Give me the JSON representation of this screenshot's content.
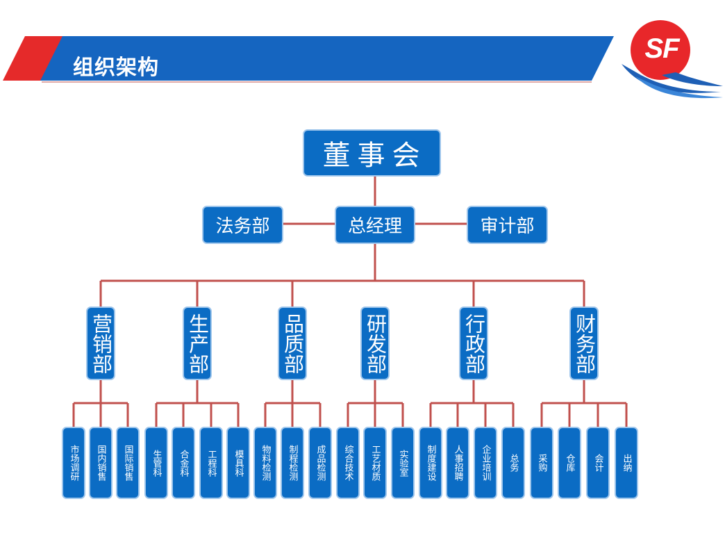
{
  "header": {
    "title": "组织架构",
    "bar_color": "#1565c0",
    "accent_color": "#e52a2a"
  },
  "logo": {
    "text": "SF",
    "circle_color": "#e8272a",
    "wave_color": "#1e5fb5"
  },
  "colors": {
    "box": "#0b6cc4",
    "border": "#9fc6ec",
    "connector": "#c0504d"
  },
  "org": {
    "board": "董事会",
    "legal": "法务部",
    "gm": "总经理",
    "audit": "审计部",
    "departments": [
      {
        "name": "营销部",
        "units": [
          "市场调研",
          "国内销售",
          "国际销售"
        ]
      },
      {
        "name": "生产部",
        "units": [
          "生管科",
          "合金科",
          "工程科",
          "模具科"
        ]
      },
      {
        "name": "品质部",
        "units": [
          "物料检测",
          "制程检测",
          "成品检测"
        ]
      },
      {
        "name": "研发部",
        "units": [
          "综合技术",
          "工艺材质",
          "实验室"
        ]
      },
      {
        "name": "行政部",
        "units": [
          "制度建设",
          "人事招聘",
          "企业培训",
          "总务"
        ]
      },
      {
        "name": "财务部",
        "units": [
          "采购",
          "仓库",
          "会计",
          "出纳"
        ]
      }
    ]
  }
}
